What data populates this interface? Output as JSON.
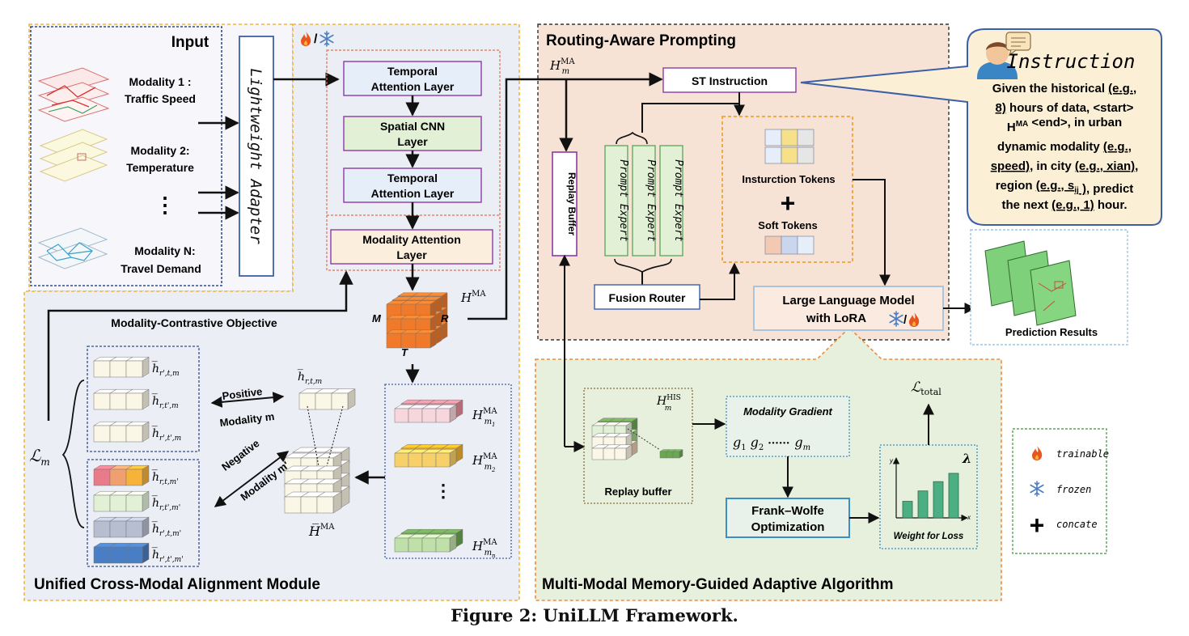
{
  "caption": "Figure 2: UniLLM Framework.",
  "colors": {
    "input_panel": "#f7f7fb",
    "alignment_panel": "#eceef6",
    "routing_panel": "#f7e3d6",
    "memory_panel": "#e7f0dd",
    "instruction_bubble": "#fbf0d6",
    "blue_border": "#3b5fa8",
    "purple_border": "#8b3aa6",
    "green_box": "#e2f1d6",
    "orange_dash": "#f0a23a",
    "trainable": "#e8561b",
    "frozen": "#4a7ec4",
    "cube_orange": "#f07a2a",
    "chart_bar": "#4caf84"
  },
  "input": {
    "title": "Input",
    "modality1_line1": "Modality 1 :",
    "modality1_line2": "Traffic Speed",
    "modality2_line1": "Modality 2:",
    "modality2_line2": "Temperature",
    "dots": "⋮",
    "modalityN_line1": "Modality N:",
    "modalityN_line2": "Travel Demand"
  },
  "adapter": "Lightweight Adapter",
  "encoder": {
    "temporal1": [
      "Temporal",
      "Attention Layer"
    ],
    "spatial": [
      "Spatial CNN",
      "Layer"
    ],
    "temporal2": [
      "Temporal",
      "Attention Layer"
    ],
    "modality": [
      "Modality Attention",
      "Layer"
    ]
  },
  "alignment": {
    "title": "Unified Cross-Modal Alignment Module",
    "objective": "Modality-Contrastive Objective",
    "loss": "ℒ",
    "loss_sub": "m",
    "positive": "Positive",
    "modality_m": "Modality m",
    "negative": "Negative",
    "modality_m_prime": "Modality m'",
    "h_bar_main": "H̅",
    "h_bar_sup": "MA",
    "cube_m": "M",
    "cube_r": "R",
    "cube_t": "T",
    "hma_base": "H",
    "hma_sup": "MA",
    "vdots": "⋮",
    "h_center": "h̅",
    "h_center_sub": "r,t,m",
    "pos_subs": [
      "r',t,m",
      "r,t',m",
      "r',t',m"
    ],
    "neg_subs": [
      "r,t,m'",
      "r,t',m'",
      "r',t,m'",
      "r',t',m'"
    ],
    "hma_stack": [
      {
        "base": "H",
        "sup": "MA",
        "sub": "m",
        "subsub": "1"
      },
      {
        "base": "H",
        "sup": "MA",
        "sub": "m",
        "subsub": "2"
      },
      {
        "base": "H",
        "sup": "MA",
        "sub": "m",
        "subsub": "n"
      }
    ]
  },
  "routing": {
    "title": "Routing-Aware Prompting",
    "hm_base": "H",
    "hm_sub": "m",
    "hm_sup": "MA",
    "st_instruction": "ST Instruction",
    "replay_buffer": "Replay Buffer",
    "prompt_expert": "Prompt Expert",
    "instruction_tokens": "Insturction Tokens",
    "plus": "+",
    "soft_tokens": "Soft Tokens",
    "fusion_router": "Fusion Router",
    "llm_line1": "Large Language Model",
    "llm_line2": "with LoRA"
  },
  "instruction": {
    "title": "Instruction",
    "lines": [
      [
        "Given the historical ",
        {
          "u": "(e.g.,"
        }
      ],
      [
        {
          "u": "8)"
        },
        " hours of data, <start>"
      ],
      [
        "H",
        {
          "sup": "MA"
        },
        " <end>, in urban"
      ],
      [
        "dynamic modality ",
        {
          "u": "(e.g.,"
        }
      ],
      [
        {
          "u": "speed)"
        },
        ", in city ",
        {
          "u": "(e.g., xian)"
        },
        ","
      ],
      [
        "region ",
        {
          "u": "(e.g., s"
        },
        {
          "usub": "ij"
        },
        {
          "u": " )"
        },
        ", predict"
      ],
      [
        "the next ",
        {
          "u": "(e.g., 1)"
        },
        " hour."
      ]
    ]
  },
  "prediction": {
    "label": "Prediction Results"
  },
  "memory": {
    "title": "Multi-Modal Memory-Guided Adaptive Algorithm",
    "his_base": "H",
    "his_sub": "m",
    "his_sup": "HIS",
    "replay_buffer_label": "Replay buffer",
    "gradient_title": "Modality Gradient",
    "g_terms": [
      "g",
      "1",
      "g",
      "2",
      "······",
      "g",
      "m"
    ],
    "frank_line1": "Frank–Wolfe",
    "frank_line2": "Optimization",
    "weight_label": "Weight for Loss",
    "lambda": "λ",
    "total_base": "ℒ",
    "total_sub": "total",
    "axis_y": "y",
    "axis_x": "x",
    "bar_weights": [
      0.32,
      0.52,
      0.7,
      0.86
    ]
  },
  "legend": {
    "trainable": "trainable",
    "frozen": "frozen",
    "concate": "concate",
    "slash": "/"
  },
  "icons": {
    "flame": "flame-icon",
    "snowflake": "snowflake-icon",
    "plus": "plus-icon",
    "person": "person-icon",
    "chat": "chat-bubble-icon"
  }
}
